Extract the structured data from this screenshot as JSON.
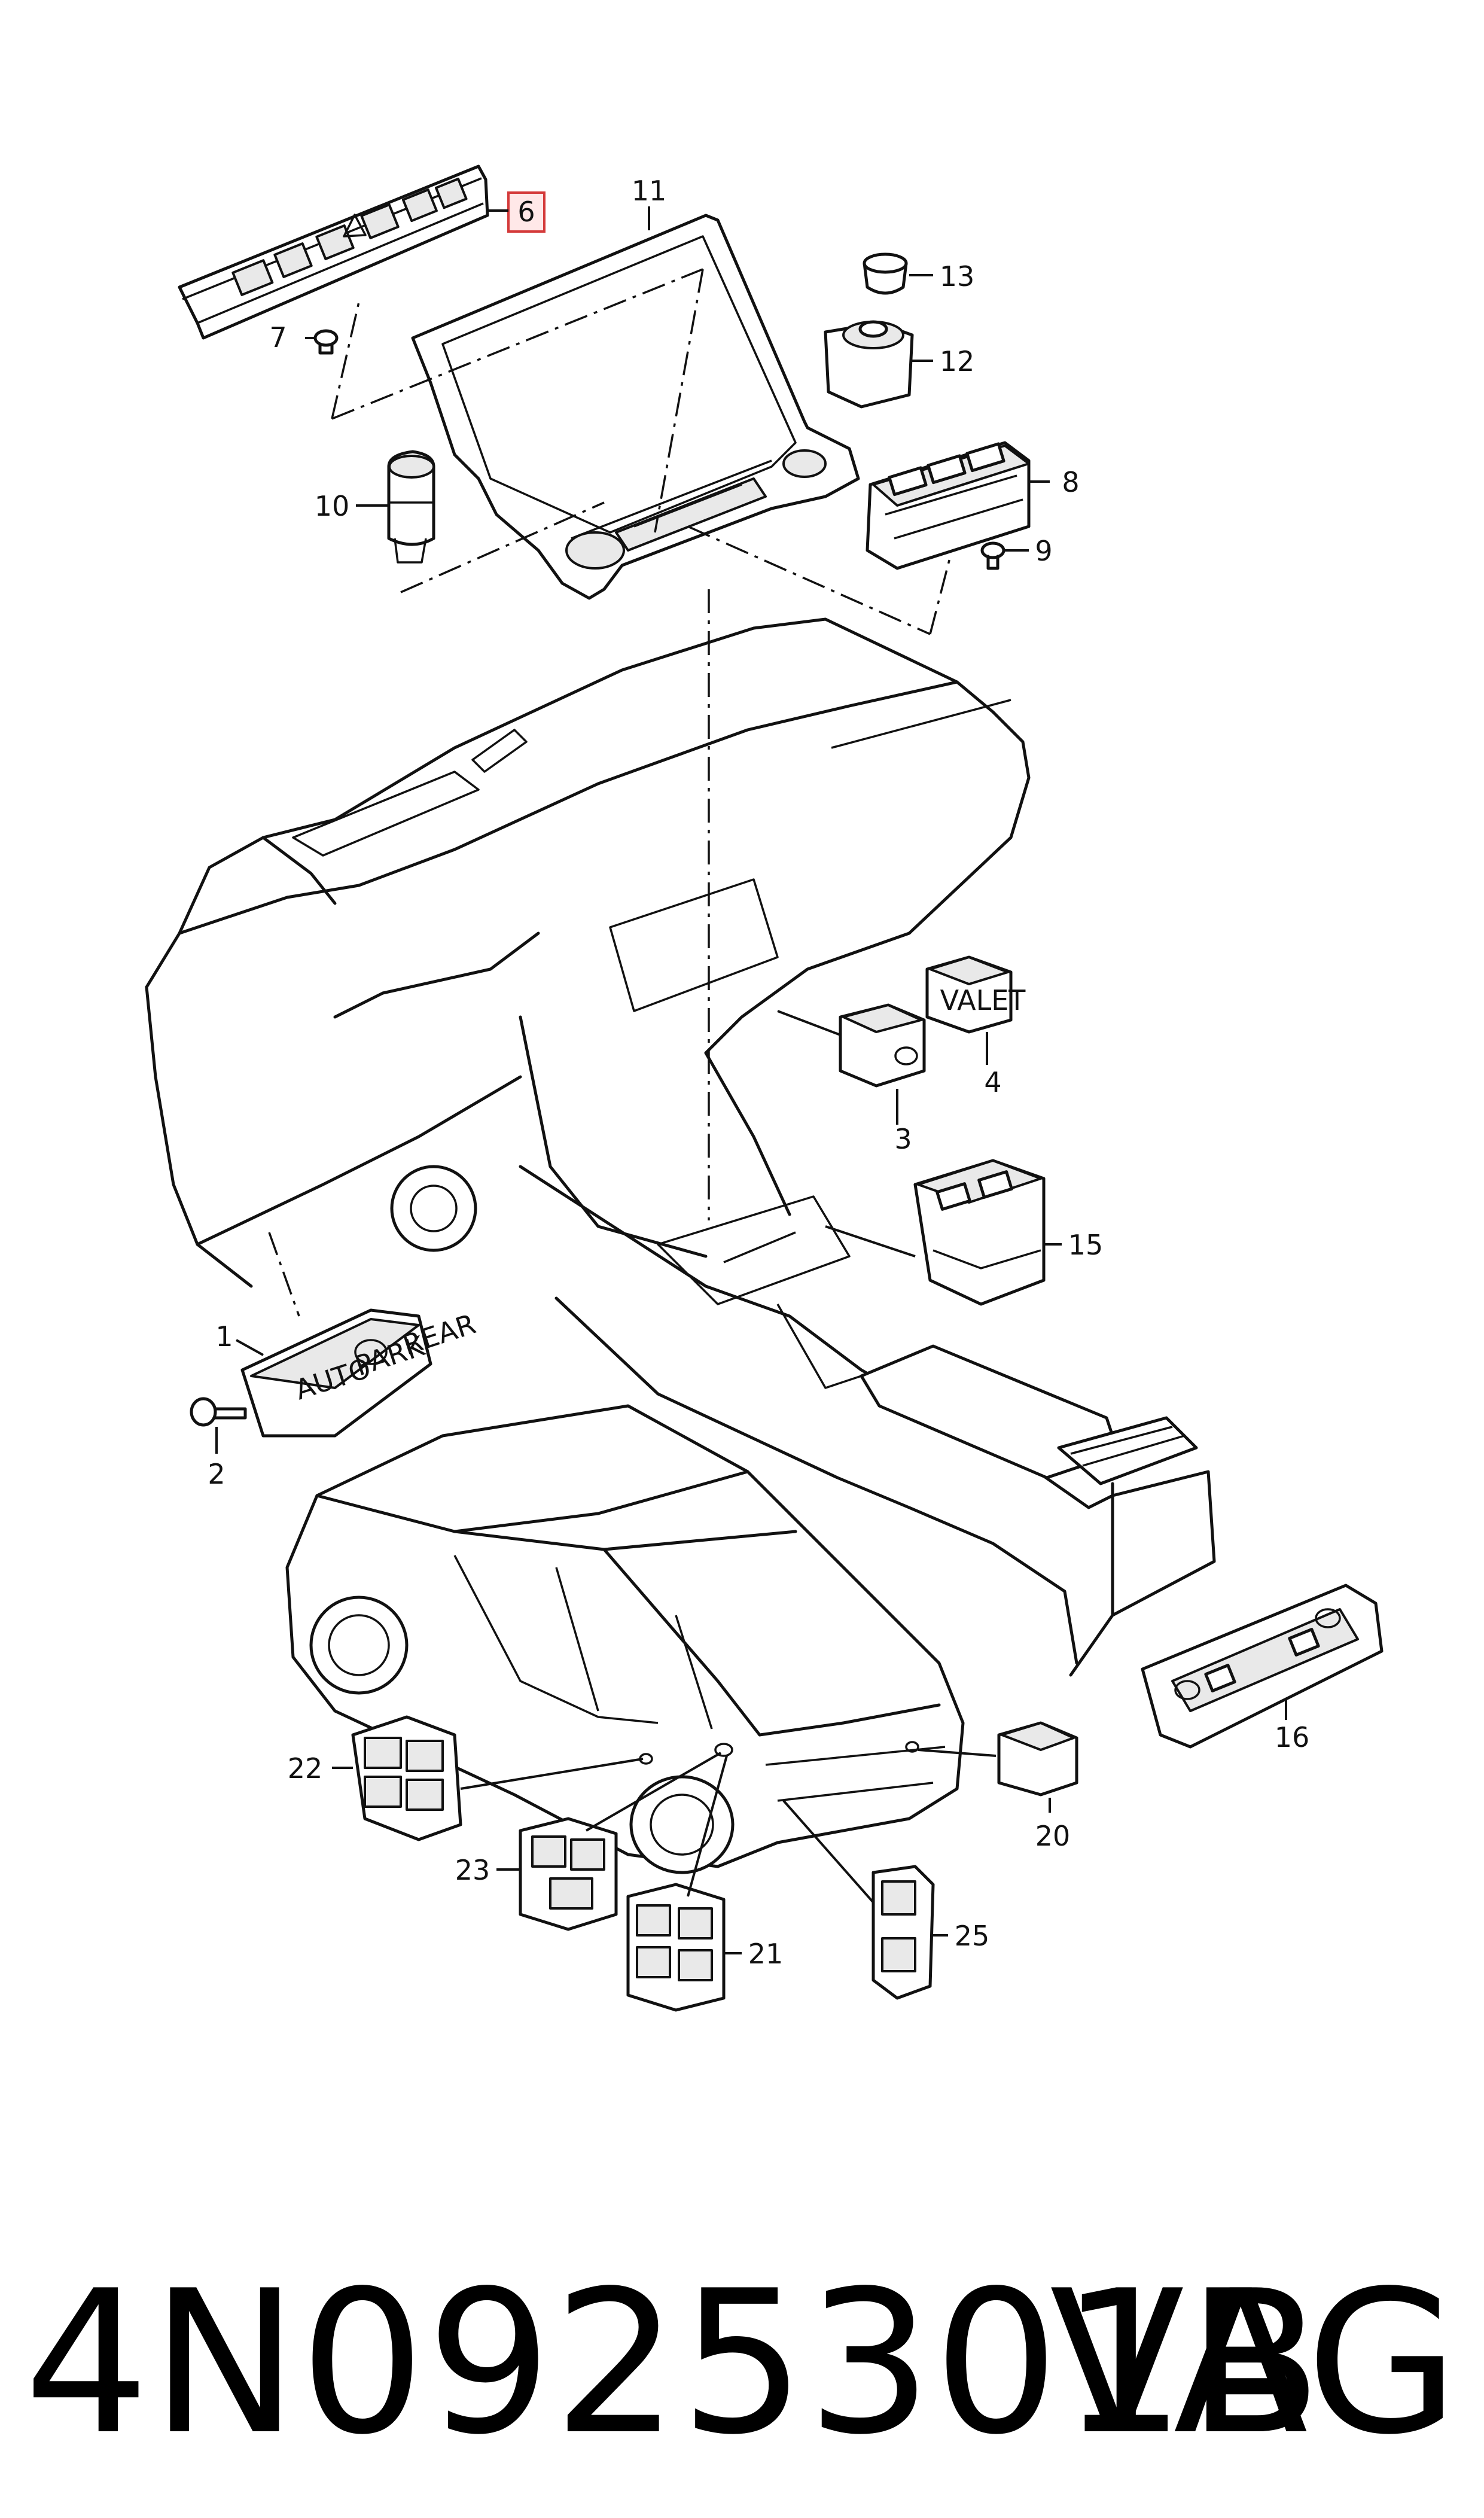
{
  "callouts": {
    "c1": "1",
    "c2": "2",
    "c3": "3",
    "c4": "4",
    "c6": "6",
    "c7": "7",
    "c8": "8",
    "c9": "9",
    "c10": "10",
    "c11": "11",
    "c12": "12",
    "c13": "13",
    "c15": "15",
    "c16": "16",
    "c20": "20",
    "c21": "21",
    "c22": "22",
    "c23": "23",
    "c25": "25"
  },
  "switch_labels": {
    "auto": "AUTO",
    "park": "PARK",
    "rear": "REAR",
    "valet": "VALET"
  },
  "highlighted_callout": "6",
  "highlight_color": "#d43a3a",
  "footer": {
    "part_number": "4N0925301B",
    "brand": "VAG"
  }
}
